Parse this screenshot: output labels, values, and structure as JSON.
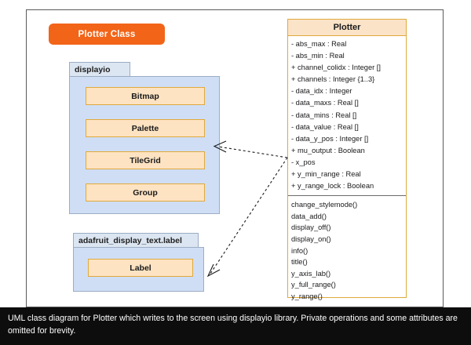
{
  "badge": {
    "label": "Plotter Class"
  },
  "packages": [
    {
      "name": "displayio",
      "classes": [
        {
          "label": "Bitmap"
        },
        {
          "label": "Palette"
        },
        {
          "label": "TileGrid"
        },
        {
          "label": "Group"
        }
      ]
    },
    {
      "name": "adafruit_display_text.label",
      "classes": [
        {
          "label": "Label"
        }
      ]
    }
  ],
  "uml_class": {
    "title": "Plotter",
    "attributes": [
      "- abs_max : Real",
      "- abs_min : Real",
      "+ channel_colidx : Integer []",
      "+ channels : Integer {1..3}",
      "- data_idx : Integer",
      "- data_maxs : Real []",
      "- data_mins : Real []",
      "- data_value : Real []",
      "- data_y_pos : Integer []",
      "+ mu_output : Boolean",
      "- x_pos",
      "+ y_min_range : Real",
      "+ y_range_lock : Boolean"
    ],
    "operations": [
      "change_stylemode()",
      "data_add()",
      "display_off()",
      "display_on()",
      "info()",
      "title()",
      "y_axis_lab()",
      "y_full_range()",
      "y_range()"
    ]
  },
  "relationships": [
    {
      "name": "dependency-plotter-to-displayio"
    },
    {
      "name": "dependency-plotter-to-label"
    }
  ],
  "caption": {
    "text": "UML class diagram for Plotter which writes to the screen using displayio library. Private operations and some attributes are omitted for brevity."
  },
  "colors": {
    "badge_orange": "#f26418",
    "package_fill": "#cfdef5",
    "package_tab": "#dce6f2",
    "package_border": "#9badc4",
    "class_fill": "#fde3c2",
    "class_border": "#e0a93d",
    "class_header": "#fbe3c8",
    "frame_border": "#5a5a5a",
    "caption_bg": "#0d0d0d"
  }
}
